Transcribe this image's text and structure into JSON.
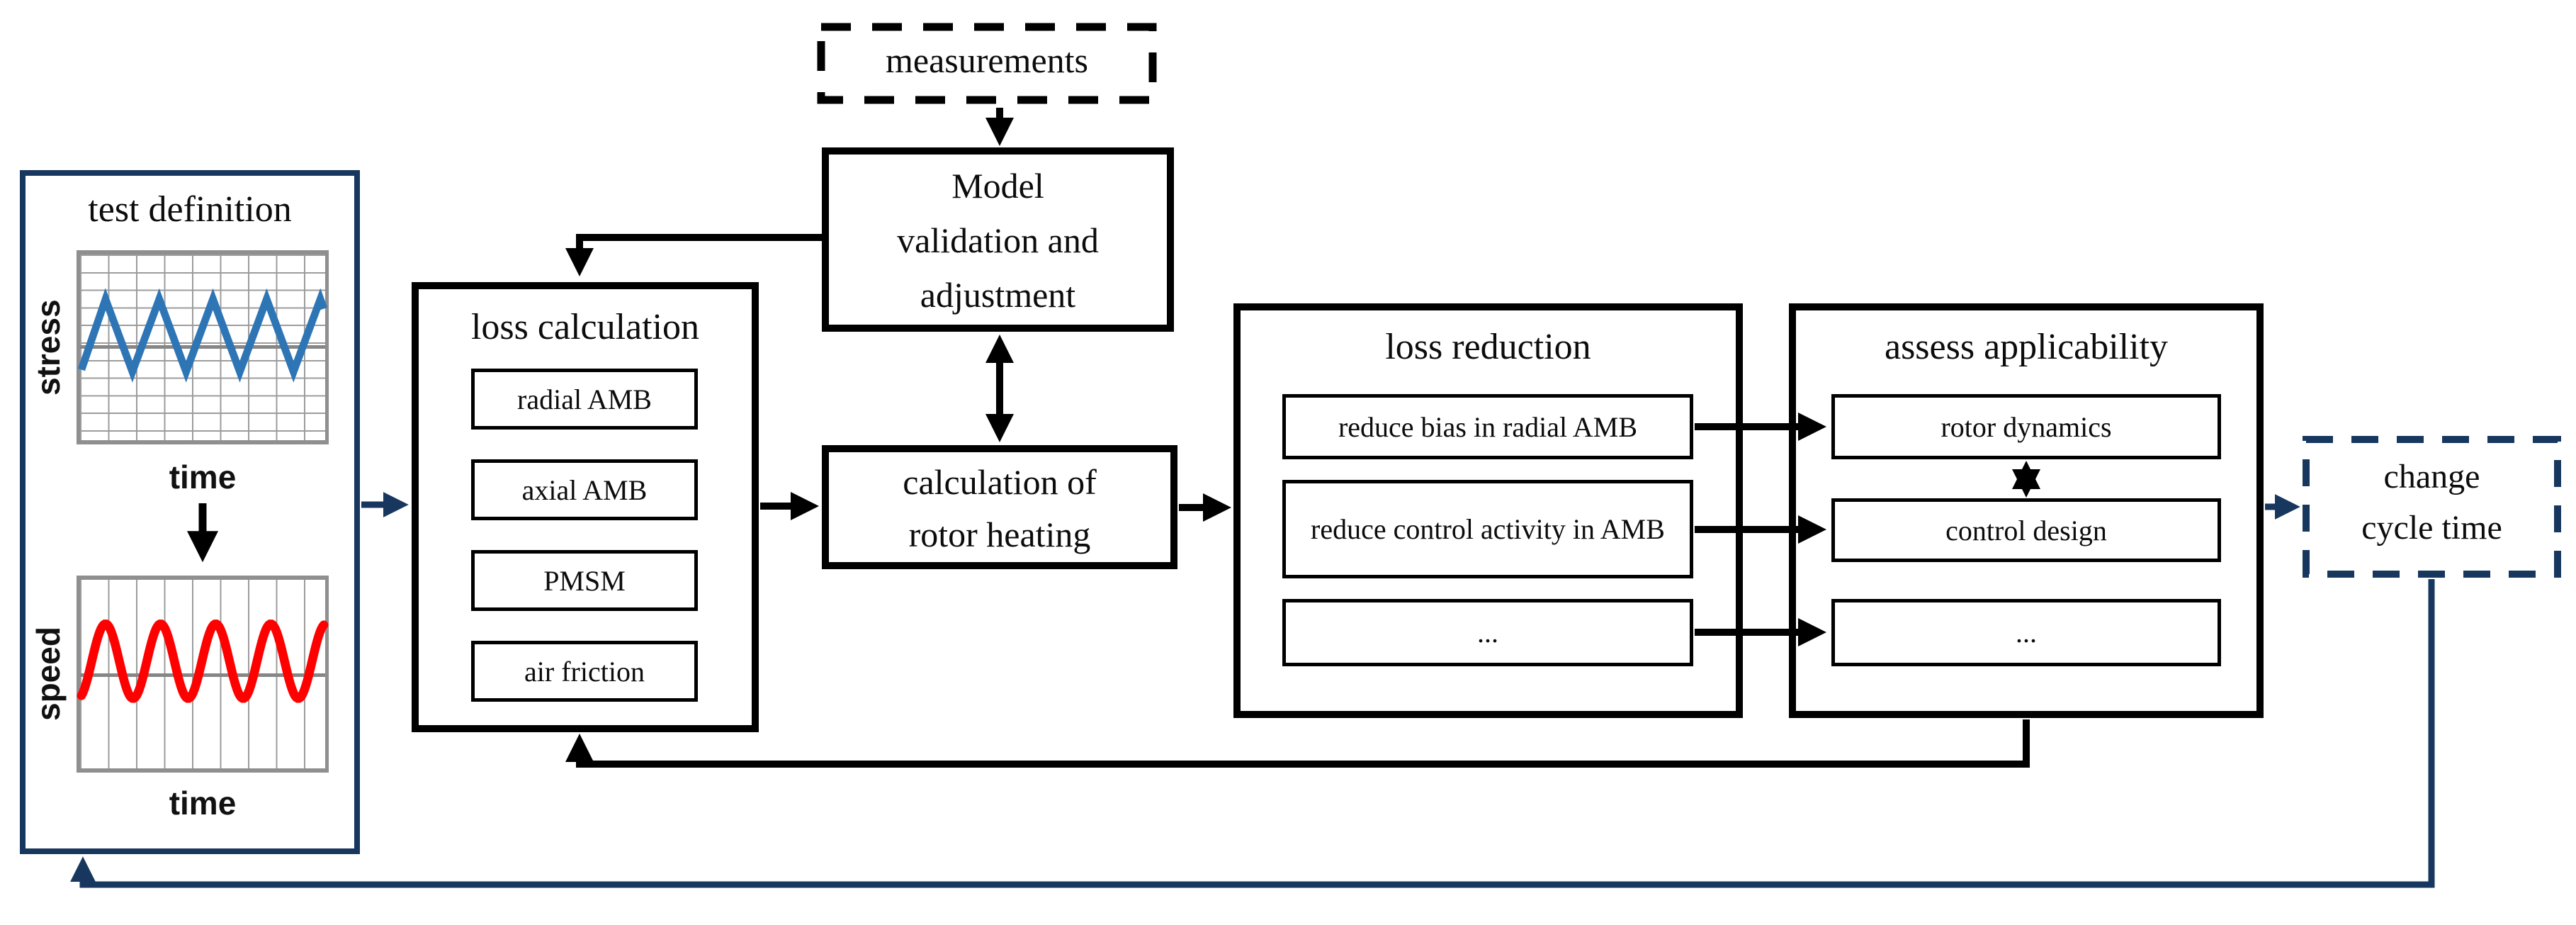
{
  "colors": {
    "navy": "#17375E",
    "line_black": "#000000",
    "wave_blue": "#2E75B6",
    "wave_red": "#FF0000",
    "grid_gray": "#9C9C9C"
  },
  "test_definition": {
    "title": "test definition",
    "stress_label": "stress",
    "time_label_top": "time",
    "speed_label": "speed",
    "time_label_bottom": "time"
  },
  "loss_calculation": {
    "title": "loss calculation",
    "items": [
      "radial AMB",
      "axial AMB",
      "PMSM",
      "air friction"
    ]
  },
  "measurements": {
    "label": "measurements"
  },
  "model_validation": {
    "lines": [
      "Model",
      "validation and",
      "adjustment"
    ]
  },
  "rotor_heating": {
    "lines": [
      "calculation of",
      "rotor heating"
    ]
  },
  "loss_reduction": {
    "title": "loss reduction",
    "items": [
      "reduce bias in radial AMB",
      "reduce control activity in AMB",
      "..."
    ]
  },
  "assess_applicability": {
    "title": "assess applicability",
    "items": [
      "rotor dynamics",
      "control design",
      "..."
    ]
  },
  "change_cycle_time": {
    "lines": [
      "change",
      "cycle time"
    ]
  }
}
